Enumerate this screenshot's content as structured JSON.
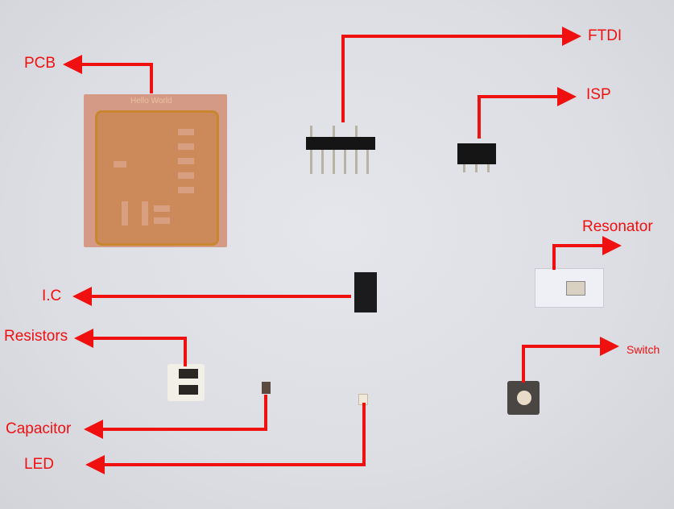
{
  "labels": {
    "pcb": "PCB",
    "ftdi": "FTDI",
    "isp": "ISP",
    "resonator": "Resonator",
    "ic": "I.C",
    "resistors": "Resistors",
    "switch": "Switch",
    "capacitor": "Capacitor",
    "led": "LED"
  },
  "pcb_text": "Hello World",
  "colors": {
    "annotation": "#f01010",
    "background": "#dfe1e6"
  }
}
